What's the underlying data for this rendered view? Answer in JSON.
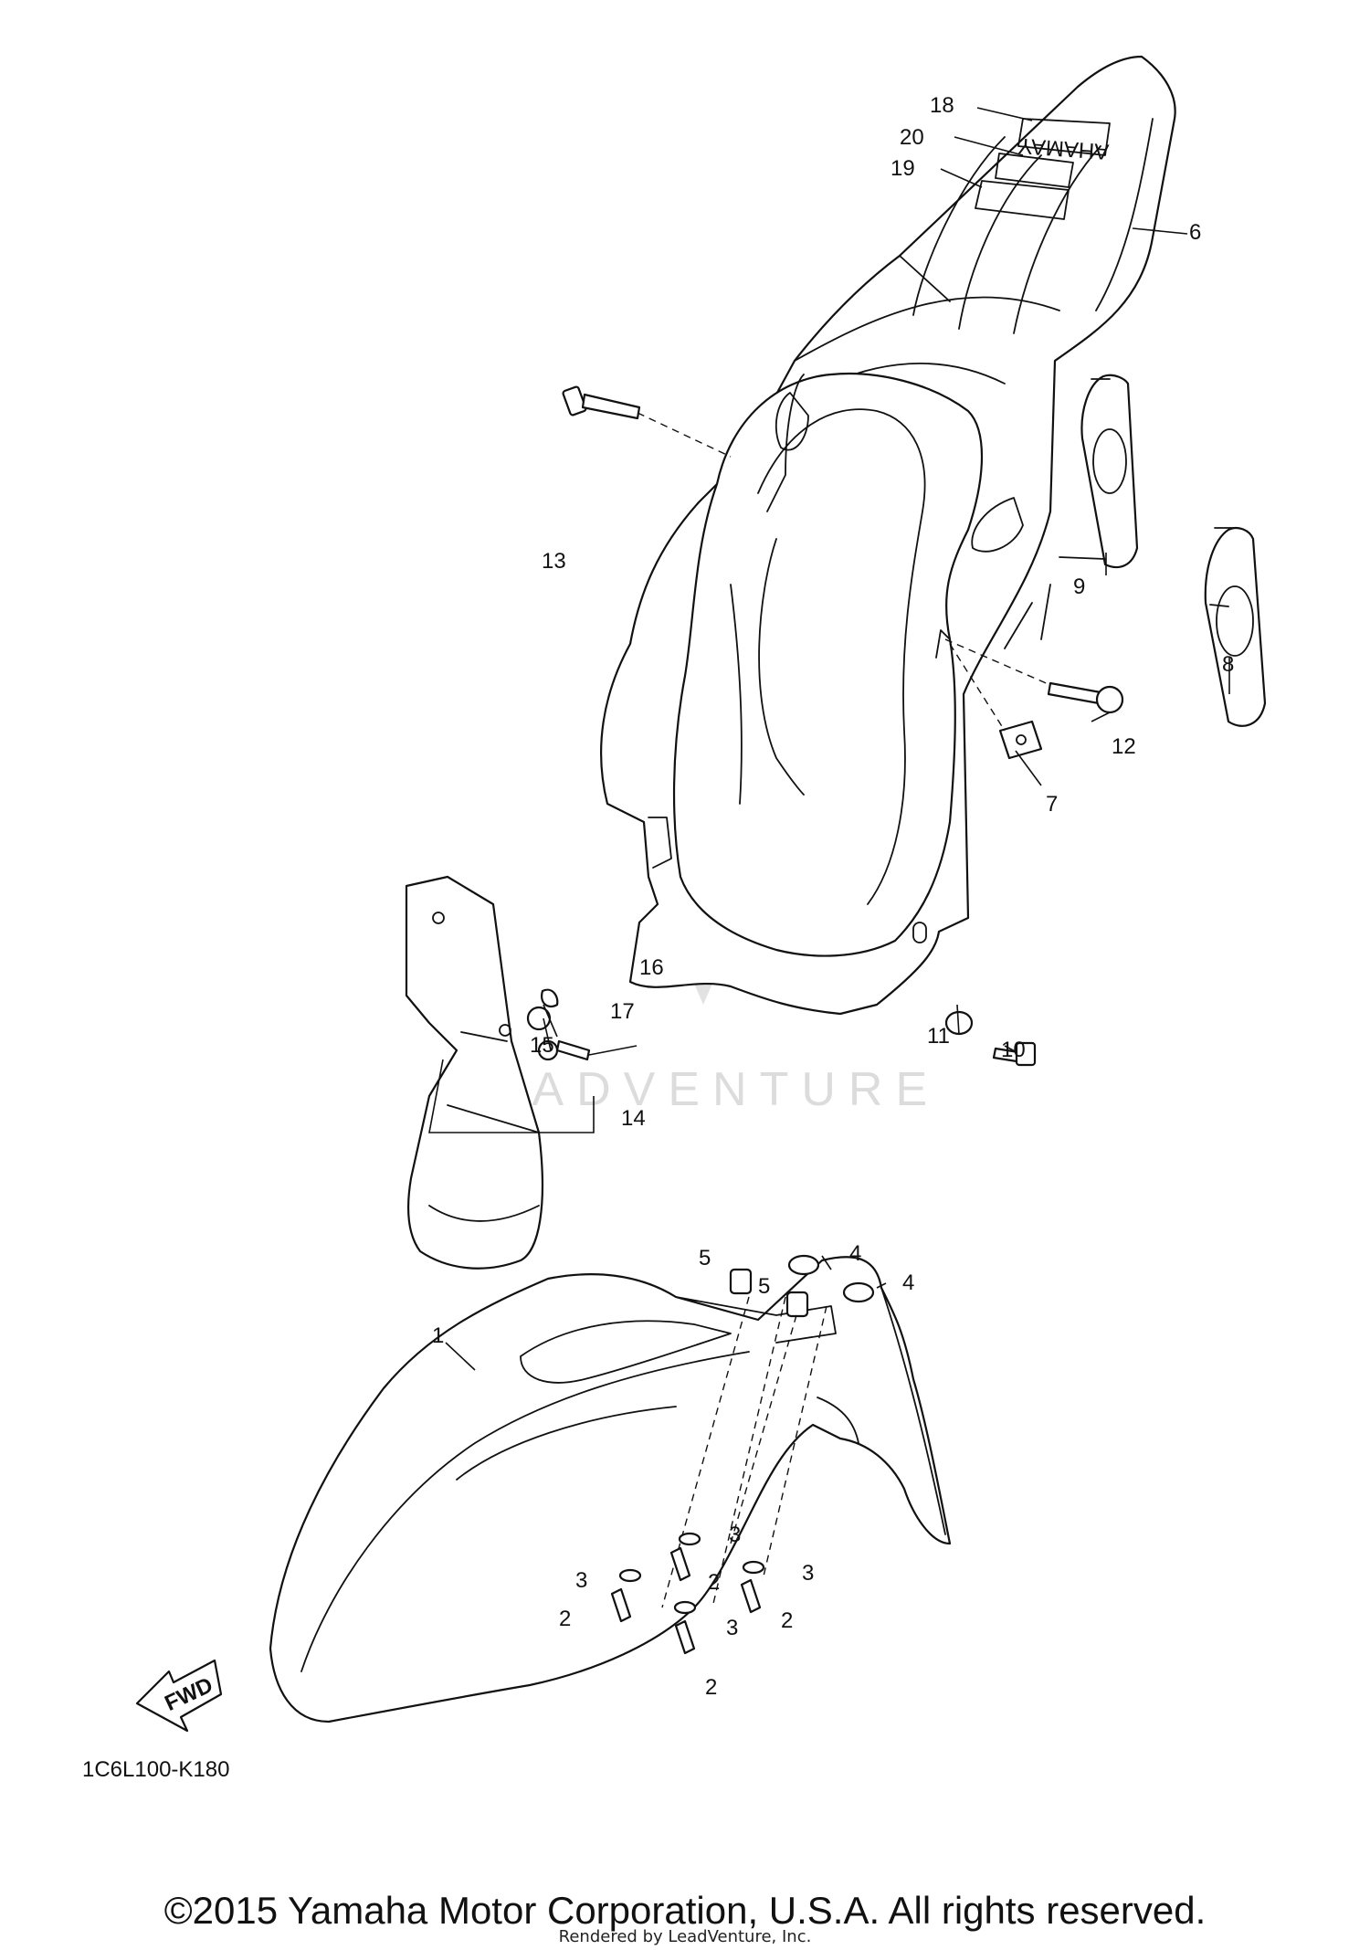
{
  "watermark": "LEADVENTURE",
  "callouts": {
    "c1": "1",
    "c2a": "2",
    "c2b": "2",
    "c2c": "2",
    "c2d": "2",
    "c3a": "3",
    "c3b": "3",
    "c3c": "3",
    "c3d": "3",
    "c4a": "4",
    "c4b": "4",
    "c5a": "5",
    "c5b": "5",
    "c6": "6",
    "c7": "7",
    "c8": "8",
    "c9": "9",
    "c10": "10",
    "c11": "11",
    "c12": "12",
    "c13": "13",
    "c14": "14",
    "c15": "15",
    "c16": "16",
    "c17": "17",
    "c18": "18",
    "c19": "19",
    "c20": "20"
  },
  "decal_text": "YAMAHA",
  "fwd_label": "FWD",
  "diagram_code": "1C6L100-K180",
  "copyright": "©2015 Yamaha Motor Corporation, U.S.A. All rights reserved.",
  "rendered_by": "Rendered by LeadVenture, Inc."
}
